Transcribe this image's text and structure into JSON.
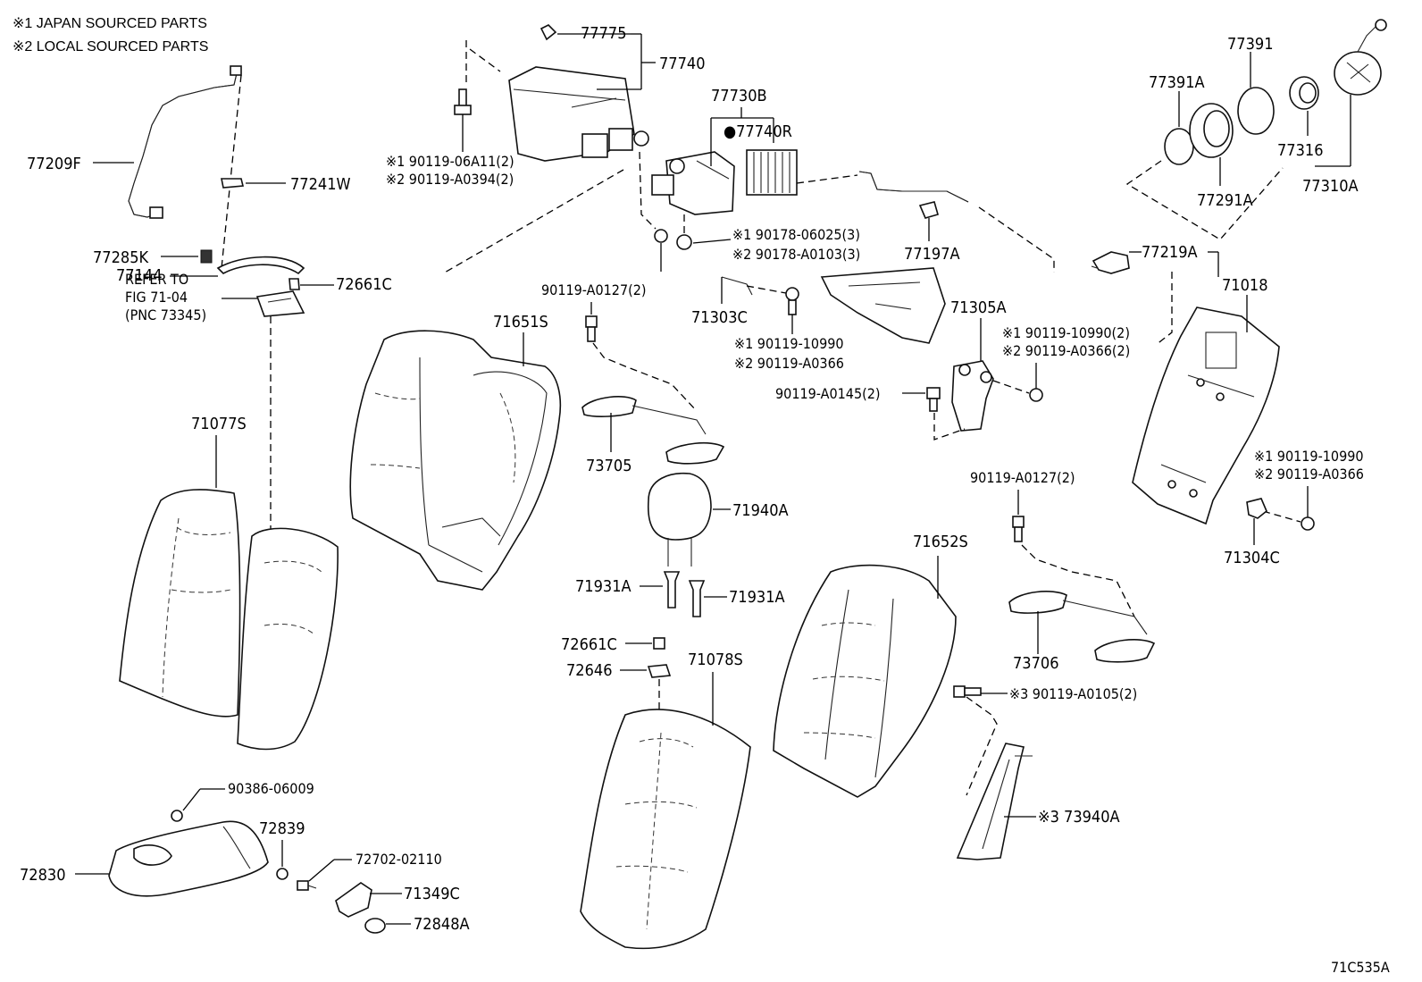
{
  "notes": [
    "※1 JAPAN SOURCED PARTS",
    "※2 LOCAL SOURCED PARTS"
  ],
  "diagram_id": "71C535A",
  "reference": {
    "line1": "REFER TO",
    "line2": "FIG 71-04",
    "line3": "(PNC 73345)"
  },
  "callouts": {
    "p77775": "77775",
    "p77740": "77740",
    "p77730B": "77730B",
    "p77740R": "●77740R",
    "p90119_06A11": "※1 90119-06A11(2)",
    "p90119_A0394": "※2 90119-A0394(2)",
    "p90178_06025": "※1 90178-06025(3)",
    "p90178_A0103": "※2 90178-A0103(3)",
    "p77197A": "77197A",
    "p90119_A0127_a": "90119-A0127(2)",
    "p71303C": "71303C",
    "p90119_10990_a": "※1 90119-10990",
    "p90119_A0366_a": "※2 90119-A0366",
    "p71305A": "71305A",
    "p90119_10990_b": "※1 90119-10990(2)",
    "p90119_A0366_b": "※2 90119-A0366(2)",
    "p90119_A0145": "90119-A0145(2)",
    "p77209F": "77209F",
    "p77241W": "77241W",
    "p77285K": "77285K",
    "p77144": "77144",
    "p72661C_a": "72661C",
    "p71651S": "71651S",
    "p71077S": "71077S",
    "p73705": "73705",
    "p71940A": "71940A",
    "p71931A_a": "71931A",
    "p71931A_b": "71931A",
    "p72661C_b": "72661C",
    "p72646": "72646",
    "p71078S": "71078S",
    "p71652S": "71652S",
    "p90119_A0127_b": "90119-A0127(2)",
    "p73706": "73706",
    "p90119_A0105": "※3 90119-A0105(2)",
    "p73940A": "※3 73940A",
    "p77391A": "77391A",
    "p77391": "77391",
    "p77291A": "77291A",
    "p77316": "77316",
    "p77310A": "77310A",
    "p77219A": "77219A",
    "p71018": "71018",
    "p90119_10990_c": "※1 90119-10990",
    "p90119_A0366_c": "※2 90119-A0366",
    "p71304C": "71304C",
    "p90386_06009": "90386-06009",
    "p72839": "72839",
    "p72702_02110": "72702-02110",
    "p72830": "72830",
    "p71349C": "71349C",
    "p72848A": "72848A"
  }
}
